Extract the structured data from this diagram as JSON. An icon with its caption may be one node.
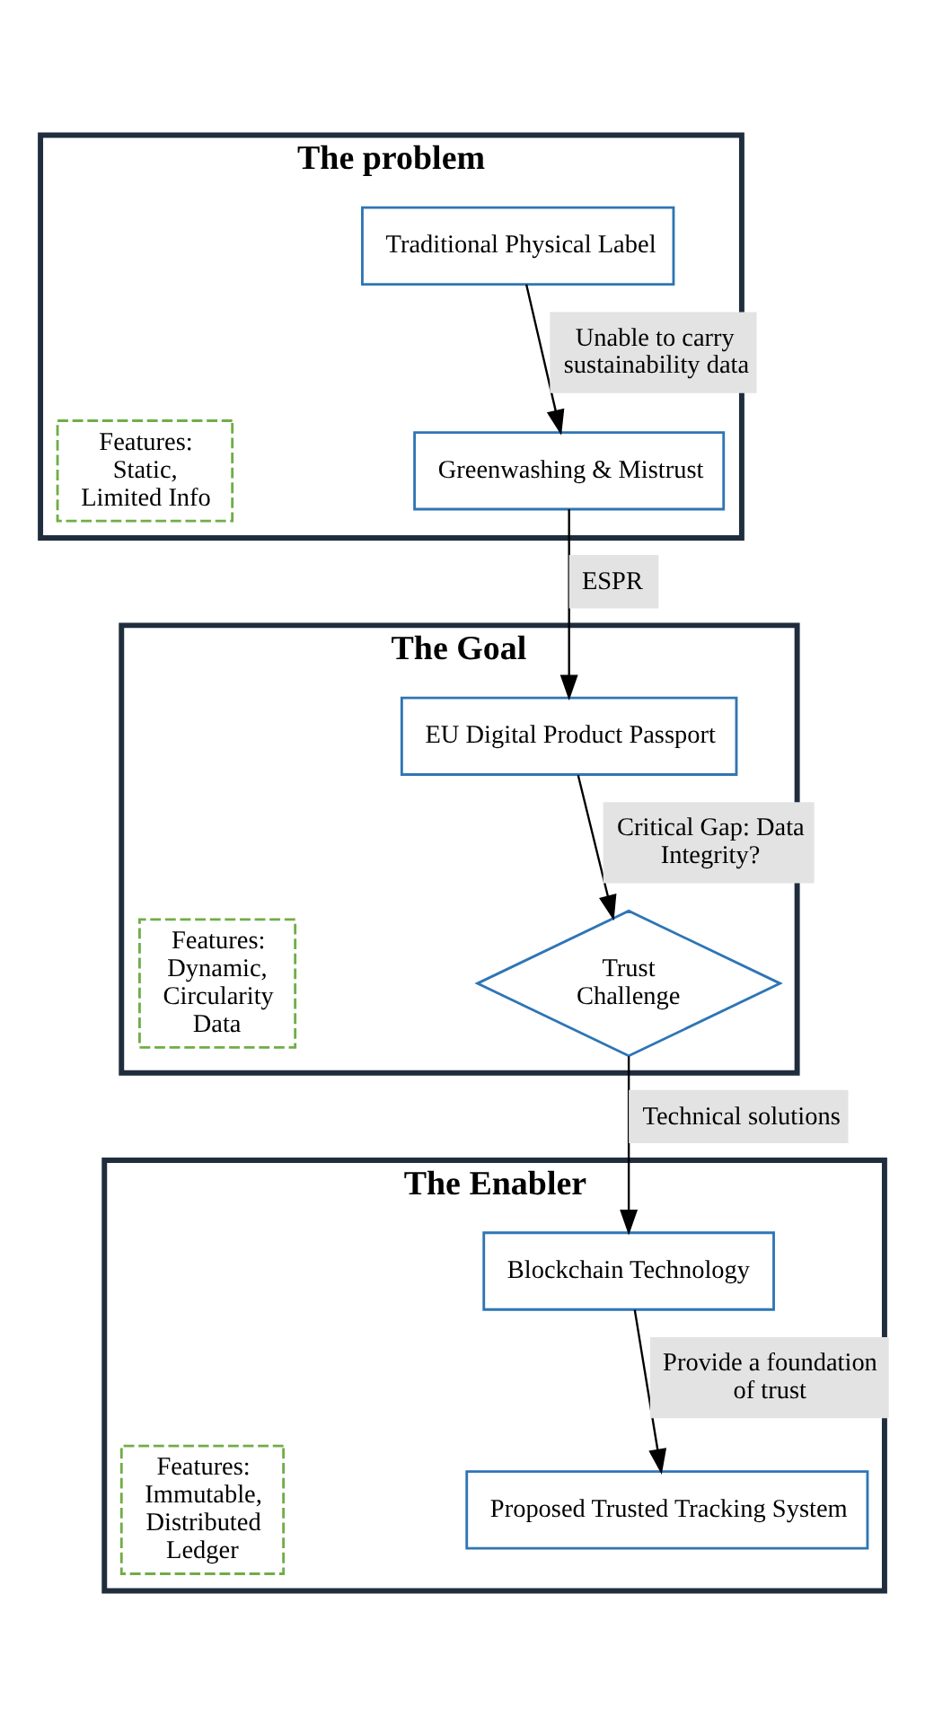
{
  "diagram": {
    "nodes": [
      {
        "text": [
          "The problem"
        ]
      },
      {
        "text": [
          "Traditional Physical Label"
        ],
        "in": 0
      },
      {
        "text": [
          "Greenwashing & Mistrust"
        ],
        "in": 0
      },
      {
        "text": [
          "Features: Static, Limited Info"
        ],
        "in": 0
      },
      {
        "text": [
          "The Goal"
        ]
      },
      {
        "text": [
          "EU Digital Product Passport"
        ],
        "in": 4
      },
      {
        "text": [
          "Trust Challenge"
        ],
        "in": 4
      },
      {
        "text": [
          "Features: Dynamic, Circularity Data"
        ],
        "in": 4
      },
      {
        "text": [
          "The Enabler"
        ]
      },
      {
        "text": [
          "Blockchain Technology"
        ],
        "in": 8
      },
      {
        "text": [
          "Proposed Trusted Tracking System"
        ],
        "in": 8
      },
      {
        "text": [
          "Features: Immutable, Distributed Ledger"
        ],
        "in": 8
      }
    ],
    "edges": [
      {
        "from": 1,
        "to": 2,
        "arrow": "to",
        "label": "Unable to carry sustainability data"
      },
      {
        "from": 2,
        "to": 5,
        "arrow": "to",
        "label": "ESPR"
      },
      {
        "from": 5,
        "to": 6,
        "arrow": "to",
        "label": "Critical Gap: Data Integrity?"
      },
      {
        "from": 6,
        "to": 9,
        "arrow": "to",
        "label": "Technical solutions"
      },
      {
        "from": 9,
        "to": 10,
        "arrow": "to",
        "label": "Provide a foundation of trust"
      }
    ]
  }
}
